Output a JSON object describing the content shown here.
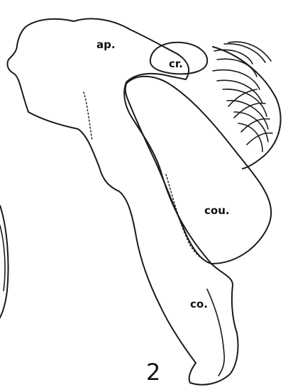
{
  "figure": {
    "number": "2",
    "labels": {
      "ap": "ap.",
      "cr": "cr.",
      "cou": "cou.",
      "co": "co."
    },
    "ink_color": "#1a1a1a",
    "background_color": "#ffffff"
  }
}
